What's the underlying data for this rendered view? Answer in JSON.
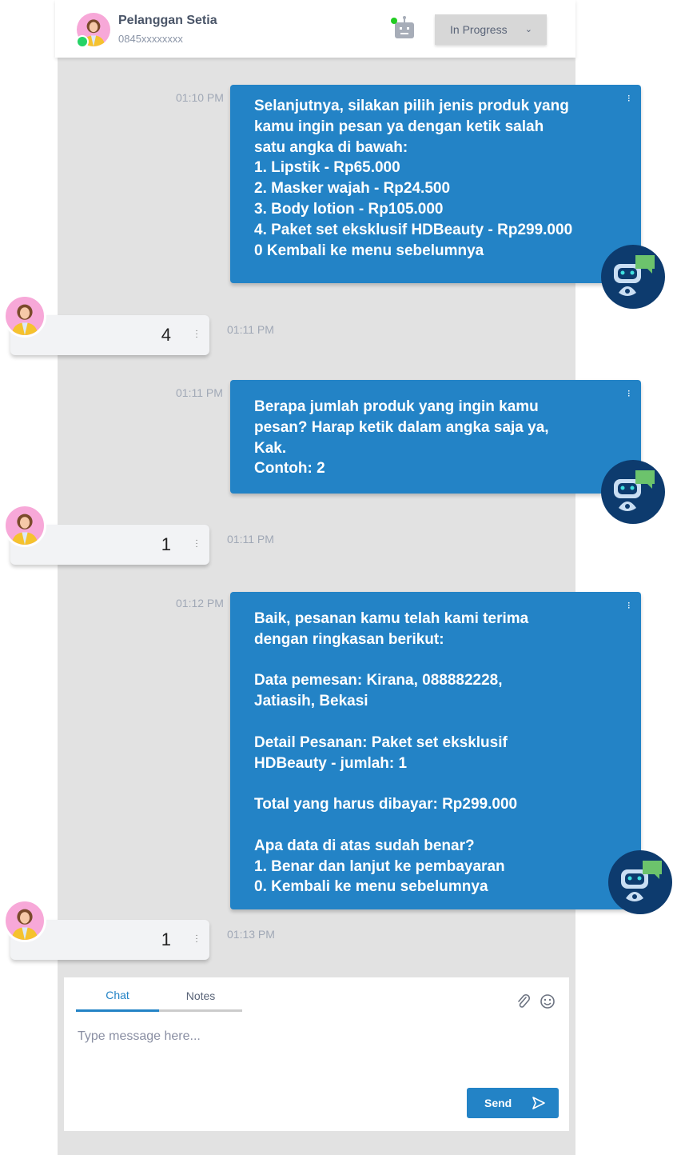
{
  "header": {
    "contact_name": "Pelanggan Setia",
    "phone": "0845xxxxxxxx",
    "status": "In Progress"
  },
  "messages": [
    {
      "from": "bot",
      "time": "01:10 PM",
      "text": "Selanjutnya, silakan pilih jenis produk yang\nkamu ingin pesan ya dengan ketik salah\nsatu angka di bawah:\n1. Lipstik - Rp65.000\n2. Masker wajah - Rp24.500\n3. Body lotion - Rp105.000\n4. Paket set eksklusif HDBeauty - Rp299.000\n0 Kembali ke menu sebelumnya"
    },
    {
      "from": "user",
      "time": "01:11 PM",
      "text": "4"
    },
    {
      "from": "bot",
      "time": "01:11 PM",
      "text": "Berapa jumlah produk yang ingin kamu\npesan? Harap ketik dalam angka saja ya,\nKak.\nContoh: 2"
    },
    {
      "from": "user",
      "time": "01:11 PM",
      "text": "1"
    },
    {
      "from": "bot",
      "time": "01:12 PM",
      "text": "Baik, pesanan kamu telah kami terima\ndengan ringkasan berikut:\n\nData pemesan: Kirana, 088882228,\nJatiasih, Bekasi\n\nDetail Pesanan: Paket set eksklusif\nHDBeauty - jumlah: 1\n\nTotal yang harus dibayar: Rp299.000\n\nApa data di atas sudah benar?\n1. Benar dan lanjut ke pembayaran\n0. Kembali ke menu sebelumnya"
    },
    {
      "from": "user",
      "time": "01:13 PM",
      "text": "1"
    }
  ],
  "composer": {
    "tabs": [
      "Chat",
      "Notes"
    ],
    "active_tab": "Chat",
    "placeholder": "Type message here...",
    "send_label": "Send"
  },
  "colors": {
    "accent": "#2383c6",
    "bot_avatar_bg": "#0d3b6e",
    "online": "#22cc22"
  }
}
